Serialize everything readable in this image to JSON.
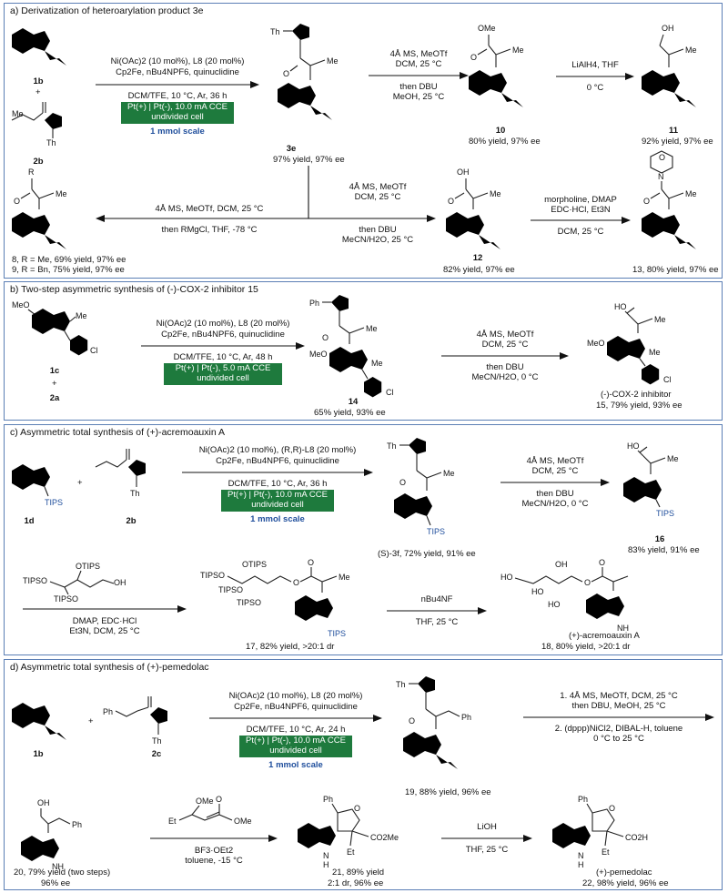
{
  "panel_a": {
    "title": "a) Derivatization of heteroarylation product 3e",
    "r1_cond1": "Ni(OAc)2 (10 mol%), L8 (20 mol%)",
    "r1_cond2": "Cp2Fe, nBu4NPF6, quinuclidine",
    "r1_cond3": "DCM/TFE, 10 °C, Ar, 36 h",
    "r1_box": "Pt(+) | Pt(-), 10.0 mA CCE",
    "r1_box2": "undivided cell",
    "r1_scale": "1 mmol scale",
    "cmpd_1b": "1b",
    "plus": "+",
    "cmpd_2b": "2b",
    "cmpd_3e": "3e",
    "yield_3e": "97% yield, 97% ee",
    "r2_cond1": "4Å MS, MeOTf",
    "r2_cond2": "DCM, 25 °C",
    "r2_cond3": "then DBU",
    "r2_cond4": "MeOH, 25 °C",
    "cmpd_10": "10",
    "yield_10": "80% yield, 97% ee",
    "r3_cond1": "LiAlH4, THF",
    "r3_cond2": "0 °C",
    "cmpd_11": "11",
    "yield_11": "92% yield, 97% ee",
    "r4_cond1": "4Å MS, MeOTf, DCM, 25 °C",
    "r4_cond2": "then RMgCl, THF, -78 °C",
    "yield_8": "8, R = Me, 69% yield, 97% ee",
    "yield_9": "9, R = Bn, 75% yield, 97% ee",
    "r5_cond1": "4Å MS, MeOTf",
    "r5_cond2": "DCM, 25 °C",
    "r5_cond3": "then DBU",
    "r5_cond4": "MeCN/H2O, 25 °C",
    "cmpd_12": "12",
    "yield_12": "82% yield, 97% ee",
    "r6_cond1": "morpholine, DMAP",
    "r6_cond2": "EDC·HCl, Et3N",
    "r6_cond3": "DCM, 25 °C",
    "yield_13": "13, 80% yield, 97% ee"
  },
  "panel_b": {
    "title": "b) Two-step asymmetric synthesis of (-)-COX-2 inhibitor 15",
    "cmpd_1c": "1c",
    "cmpd_2a": "2a",
    "plus": "+",
    "r1_cond1": "Ni(OAc)2 (10 mol%), L8 (20 mol%)",
    "r1_cond2": "Cp2Fe, nBu4NPF6, quinuclidine",
    "r1_cond3": "DCM/TFE, 10 °C, Ar, 48 h",
    "r1_box": "Pt(+) | Pt(-), 5.0 mA CCE",
    "r1_box2": "undivided cell",
    "cmpd_14": "14",
    "yield_14": "65% yield, 93% ee",
    "r2_cond1": "4Å MS, MeOTf",
    "r2_cond2": "DCM, 25 °C",
    "r2_cond3": "then DBU",
    "r2_cond4": "MeCN/H2O, 0 °C",
    "name_15": "(-)-COX-2 inhibitor",
    "yield_15": "15, 79% yield, 93% ee"
  },
  "panel_c": {
    "title": "c) Asymmetric total synthesis of (+)-acremoauxin A",
    "cmpd_1d": "1d",
    "cmpd_2b": "2b",
    "plus": "+",
    "r1_cond1": "Ni(OAc)2 (10 mol%), (R,R)-L8 (20 mol%)",
    "r1_cond2": "Cp2Fe, nBu4NPF6, quinuclidine",
    "r1_cond3": "DCM/TFE, 10 °C, Ar, 36 h",
    "r1_box": "Pt(+) | Pt(-), 10.0 mA CCE",
    "r1_box2": "undivided cell",
    "r1_scale": "1 mmol scale",
    "yield_3f": "(S)-3f, 72% yield, 91% ee",
    "r2_cond1": "4Å MS, MeOTf",
    "r2_cond2": "DCM, 25 °C",
    "r2_cond3": "then DBU",
    "r2_cond4": "MeCN/H2O, 0 °C",
    "cmpd_16": "16",
    "yield_16": "83% yield, 91% ee",
    "r3_cond1": "DMAP, EDC·HCl",
    "r3_cond2": "Et3N, DCM, 25 °C",
    "yield_17": "17, 82% yield, >20:1 dr",
    "r4_cond1": "nBu4NF",
    "r4_cond2": "THF, 25 °C",
    "name_18": "(+)-acremoauxin A",
    "yield_18": "18, 80% yield, >20:1 dr"
  },
  "panel_d": {
    "title": "d) Asymmetric total synthesis of (+)-pemedolac",
    "cmpd_1b": "1b",
    "cmpd_2c": "2c",
    "plus": "+",
    "r1_cond1": "Ni(OAc)2 (10 mol%), L8 (20 mol%)",
    "r1_cond2": "Cp2Fe, nBu4NPF6, quinuclidine",
    "r1_cond3": "DCM/TFE, 10 °C, Ar, 24 h",
    "r1_box": "Pt(+) | Pt(-), 10.0 mA CCE",
    "r1_box2": "undivided cell",
    "r1_scale": "1 mmol scale",
    "yield_19": "19, 88% yield, 96% ee",
    "r2_cond1": "1. 4Å MS, MeOTf, DCM, 25 °C",
    "r2_cond2": "then DBU, MeOH, 25 °C",
    "r2_cond3": "2. (dppp)NiCl2, DIBAL-H, toluene",
    "r2_cond4": "0 °C to 25 °C",
    "yield_20": "20, 79% yield (two steps)",
    "ee_20": "96% ee",
    "r3_cond1": "BF3·OEt2",
    "r3_cond2": "toluene, -15 °C",
    "yield_21": "21, 89% yield",
    "dr_21": "2:1 dr, 96% ee",
    "r4_cond1": "LiOH",
    "r4_cond2": "THF, 25 °C",
    "name_22": "(+)-pemedolac",
    "yield_22": "22, 98% yield, 96% ee"
  }
}
